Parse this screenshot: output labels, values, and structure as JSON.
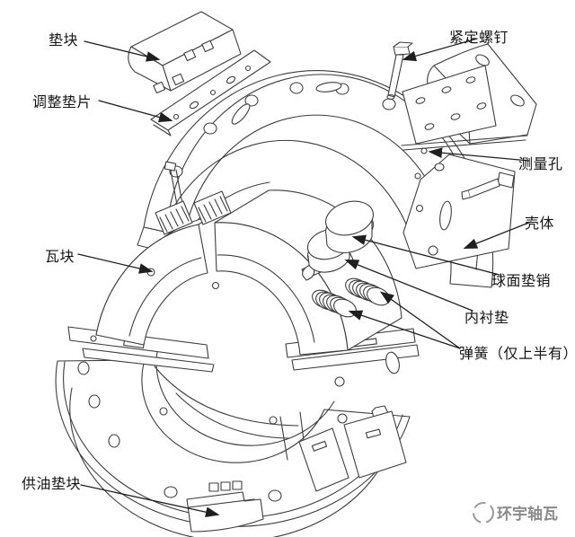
{
  "figure": {
    "type": "engineering-exploded-diagram",
    "background": "#ffffff",
    "line_color": "#3d3d3d",
    "text_color": "#141414",
    "labels": [
      {
        "id": "pad-block",
        "text": "垫块"
      },
      {
        "id": "adjusting-shim",
        "text": "调整垫片"
      },
      {
        "id": "set-screw",
        "text": "紧定螺钉"
      },
      {
        "id": "measuring-hole",
        "text": "测量孔"
      },
      {
        "id": "housing",
        "text": "壳体"
      },
      {
        "id": "spherical-pad-pin",
        "text": "球面垫销"
      },
      {
        "id": "inner-liner",
        "text": "内衬垫"
      },
      {
        "id": "spring-upper-half-only",
        "text": "弹簧（仅上半有）"
      },
      {
        "id": "bearing-pad",
        "text": "瓦块"
      },
      {
        "id": "oil-supply-pad",
        "text": "供油垫块"
      }
    ],
    "watermark": {
      "text": "环宇轴瓦",
      "color": "#8a8a8a"
    }
  }
}
